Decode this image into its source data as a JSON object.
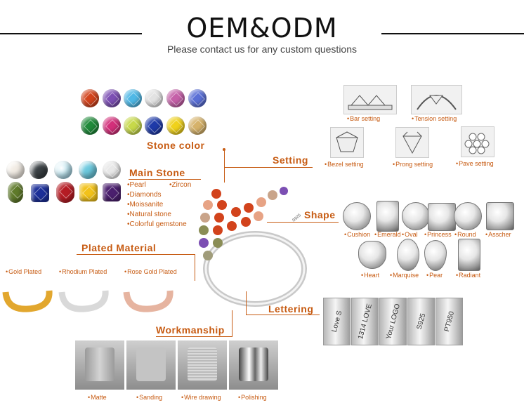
{
  "header": {
    "title": "OEM&ODM",
    "subtitle": "Please contact us for any custom questions"
  },
  "sections": {
    "stone_color": "Stone color",
    "main_stone": "Main Stone",
    "setting": "Setting",
    "shape": "Shape",
    "plated_material": "Plated Material",
    "lettering": "Lettering",
    "workmanship": "Workmanship"
  },
  "stone_colors_row1": [
    "#d2431c",
    "#7c4fb3",
    "#4fb8e6",
    "#e2e2e2",
    "#c560a8",
    "#5a6fd6"
  ],
  "stone_colors_row2": [
    "#1f8a3a",
    "#d32f7a",
    "#c7d94a",
    "#1e3aa8",
    "#f0d21c",
    "#d6b26a"
  ],
  "main_stone_list": [
    "Pearl",
    "Diamonds",
    "Moissanite",
    "Natural stone",
    "Colorful gemstone"
  ],
  "main_stone_extra": "Zircon",
  "settings": [
    "Bar setting",
    "Tension setting",
    "Bezel setting",
    "Prong setting",
    "Pave setting"
  ],
  "shapes_row1": [
    "Cushion",
    "Emerald",
    "Oval",
    "Princess",
    "Round",
    "Asscher"
  ],
  "shapes_row2": [
    "Heart",
    "Marquise",
    "Pear",
    "Radiant"
  ],
  "plating": [
    "Gold Plated",
    "Rhodium Plated",
    "Rose Gold Plated"
  ],
  "lettering_samples": [
    "Love S",
    "1314 LOVE",
    "Your LOGO",
    "S925",
    "PT950"
  ],
  "workmanship_options": [
    "Matte",
    "Sanding",
    "Wire drawing",
    "Polishing"
  ],
  "ring_stamp": "S925"
}
